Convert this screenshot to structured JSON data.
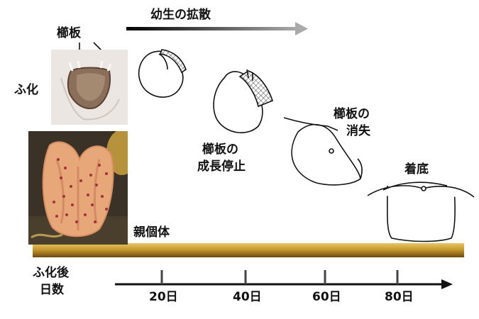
{
  "labels": {
    "dispersal": "幼生の拡散",
    "comb_plates": "櫛板",
    "hatching": "ふ化",
    "growth_stop_1": "櫛板の",
    "growth_stop_2": "成長停止",
    "loss_1": "櫛板の",
    "loss_2": "消失",
    "settlement": "着底",
    "parent": "親個体",
    "days_after_1": "ふ化後",
    "days_after_2": "日数"
  },
  "timeline": {
    "ticks": [
      "20日",
      "40日",
      "60日",
      "80日"
    ]
  },
  "colors": {
    "ground_gold": "#c79a2e",
    "ground_dark": "#6b4a10",
    "arrow_gray": "#9a9a9a",
    "ink": "#111111"
  }
}
